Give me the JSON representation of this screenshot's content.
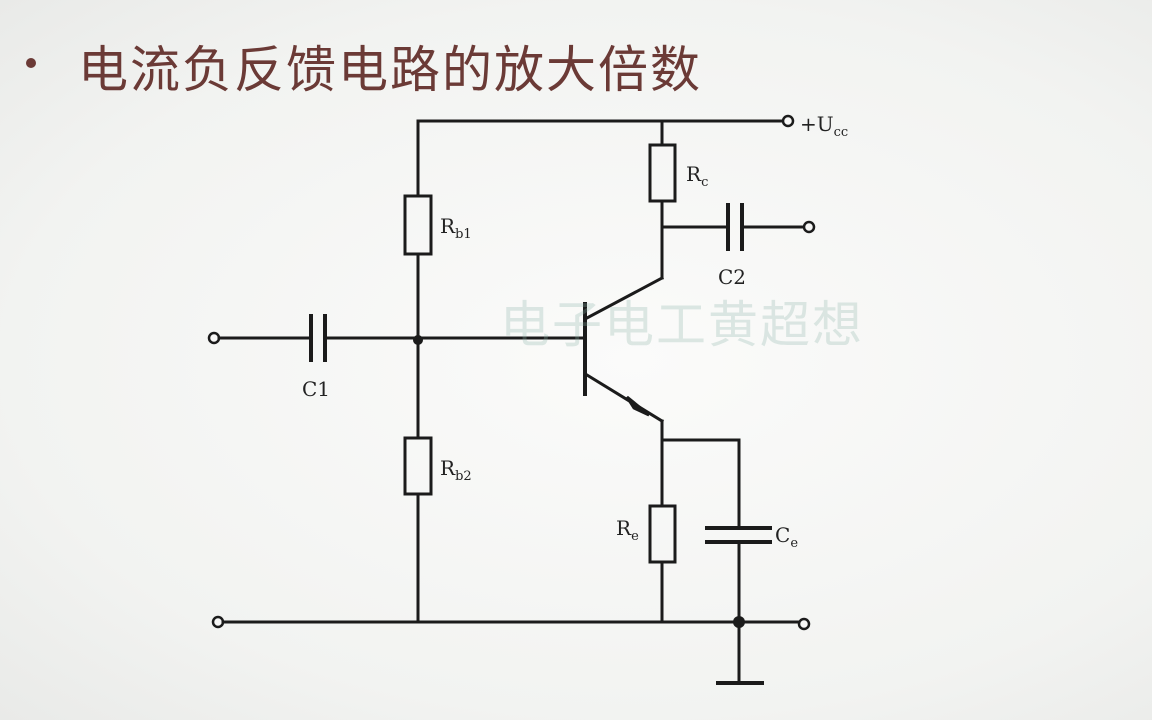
{
  "slide": {
    "bullet": "•",
    "title": "电流负反馈电路的放大倍数",
    "watermark": "电子电工黄超想"
  },
  "diagram": {
    "labels": {
      "supply_main": "+U",
      "supply_sub": "cc",
      "rc_main": "R",
      "rc_sub": "c",
      "rb1_main": "R",
      "rb1_sub": "b1",
      "rb2_main": "R",
      "rb2_sub": "b2",
      "re_main": "R",
      "re_sub": "e",
      "ce_main": "C",
      "ce_sub": "e",
      "c1": "C1",
      "c2": "C2"
    }
  }
}
